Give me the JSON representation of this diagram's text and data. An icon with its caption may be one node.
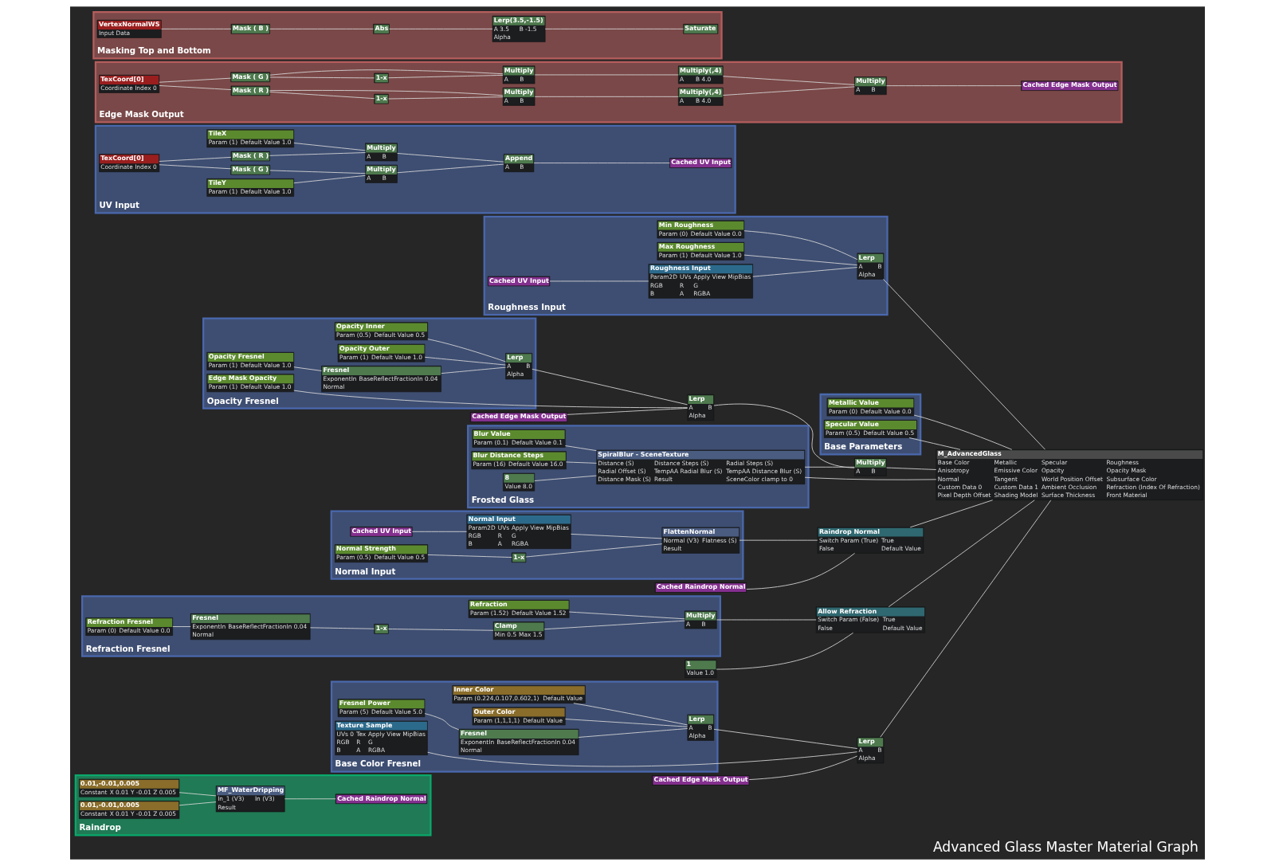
{
  "diagram": {
    "title": "Advanced Glass Master Material Graph",
    "nodes": [
      {
        "text": [
          "Raindrop"
        ]
      },
      {
        "text": [
          "0.01,-0.01,0.005",
          "Constant",
          "X 0.01 Y -0.01 Z 0.005"
        ],
        "in": 0
      },
      {
        "text": [
          "0.01,-0.01,0.005",
          "Constant",
          "X 0.01 Y -0.01 Z 0.005"
        ],
        "in": 0
      },
      {
        "text": [
          "MF_WaterDripping",
          "In_1 (V3)",
          "In (V3)",
          "Result"
        ],
        "in": 0
      },
      {
        "text": [
          "Cached Raindrop Normal"
        ],
        "in": 0
      },
      {
        "text": [
          "Base Color Fresnel"
        ]
      },
      {
        "text": [
          "Inner Color",
          "Param (0.224,0.107,0.602,1)",
          "Default Value"
        ],
        "in": 5
      },
      {
        "text": [
          "Outer Color",
          "Param (1,1,1,1)",
          "Default Value"
        ],
        "in": 5
      },
      {
        "text": [
          "Lerp",
          "A",
          "B",
          "Alpha"
        ],
        "in": 5
      },
      {
        "text": [
          "Fresnel Power",
          "Param (5)",
          "Default Value 5.0"
        ],
        "in": 5
      },
      {
        "text": [
          "Fresnel",
          "ExponentIn",
          "BaseReflectFractionIn 0.04",
          "Normal"
        ],
        "in": 5
      },
      {
        "text": [
          "Texture Sample",
          "UVs 0",
          "Tex",
          "Apply View MipBias",
          "RGB",
          "R",
          "G",
          "B",
          "A",
          "RGBA"
        ],
        "in": 5
      },
      {
        "text": [
          "Lerp",
          "A",
          "B",
          "Alpha"
        ]
      },
      {
        "text": [
          "Cached Edge Mask Output"
        ]
      },
      {
        "text": [
          "Roughness Input"
        ]
      },
      {
        "text": [
          "Min Roughness",
          "Param (0)",
          "Default Value 0.0"
        ],
        "in": 14
      },
      {
        "text": [
          "Max Roughness",
          "Param (1)",
          "Default Value 1.0"
        ],
        "in": 14
      },
      {
        "text": [
          "Cached UV Input"
        ],
        "in": 14
      },
      {
        "text": [
          "Roughness Input",
          "Param2D",
          "UVs",
          "Apply View MipBias",
          "RGB",
          "R",
          "G",
          "B",
          "A",
          "RGBA"
        ],
        "in": 14
      },
      {
        "text": [
          "Lerp",
          "A",
          "B",
          "Alpha"
        ],
        "in": 14
      },
      {
        "text": [
          "Base Parameters"
        ]
      },
      {
        "text": [
          "Metallic Value",
          "Param (0)",
          "Default Value 0.0"
        ],
        "in": 20
      },
      {
        "text": [
          "Specular Value",
          "Param (0.5)",
          "Default Value 0.5"
        ],
        "in": 20
      },
      {
        "text": [
          "UV Input"
        ]
      },
      {
        "text": [
          "TileX",
          "Param (1)",
          "Default Value 1.0"
        ],
        "in": 23
      },
      {
        "text": [
          "TexCoord[0]",
          "Coordinate Index 0"
        ],
        "in": 23
      },
      {
        "text": [
          "TileY",
          "Param (1)",
          "Default Value 1.0"
        ],
        "in": 23
      },
      {
        "text": [
          "Mask ( R )"
        ],
        "in": 23
      },
      {
        "text": [
          "Mask ( G )"
        ],
        "in": 23
      },
      {
        "text": [
          "Multiply",
          "A",
          "B"
        ],
        "in": 23
      },
      {
        "text": [
          "Multiply",
          "A",
          "B"
        ],
        "in": 23
      },
      {
        "text": [
          "Append",
          "A",
          "B"
        ],
        "in": 23
      },
      {
        "text": [
          "Cached UV Input"
        ],
        "in": 23
      },
      {
        "text": [
          "Opacity Fresnel"
        ]
      },
      {
        "text": [
          "Opacity Inner",
          "Param (0.5)",
          "Default Value 0.5"
        ],
        "in": 33
      },
      {
        "text": [
          "Edge Mask Opacity",
          "Param (1)",
          "Default Value 1.0"
        ],
        "in": 33
      },
      {
        "text": [
          "Opacity Outer",
          "Param (1)",
          "Default Value 1.0"
        ],
        "in": 33
      },
      {
        "text": [
          "Opacity Fresnel",
          "Param (1)",
          "Default Value 1.0"
        ],
        "in": 33
      },
      {
        "text": [
          "Lerp",
          "A",
          "B",
          "Alpha"
        ],
        "in": 33
      },
      {
        "text": [
          "Fresnel",
          "ExponentIn",
          "BaseReflectFractionIn 0.04",
          "Normal"
        ],
        "in": 33
      },
      {
        "text": [
          "Lerp",
          "A",
          "B",
          "Alpha"
        ]
      },
      {
        "text": [
          "Cached Edge Mask Output"
        ]
      },
      {
        "text": [
          "Frosted Glass"
        ]
      },
      {
        "text": [
          "Blur Value",
          "Param (0.1)",
          "Default Value 0.1"
        ],
        "in": 42
      },
      {
        "text": [
          "Blur Distance Steps",
          "Param (16)",
          "Default Value 16.0"
        ],
        "in": 42
      },
      {
        "text": [
          "8",
          "Value 8.0"
        ],
        "in": 42
      },
      {
        "text": [
          "SpiralBlur - SceneTexture",
          "Distance (S)",
          "Distance Steps (S)",
          "Radial Steps (S)",
          "Radial Offset (S)",
          "TempAA Radial Blur (S)",
          "TempAA Distance Blur (S)",
          "Distance Mask (S)",
          "Result",
          "SceneColor clamp to 0"
        ],
        "in": 42
      },
      {
        "text": [
          "Multiply",
          "A",
          "B"
        ]
      },
      {
        "text": [
          "Edge Mask Output"
        ]
      },
      {
        "text": [
          "TexCoord[0]",
          "Coordinate Index 0"
        ],
        "in": 48
      },
      {
        "text": [
          "Mask ( R )"
        ],
        "in": 48
      },
      {
        "text": [
          "Mask ( G )"
        ],
        "in": 48
      },
      {
        "text": [
          "1-x"
        ],
        "in": 48
      },
      {
        "text": [
          "1-x"
        ],
        "in": 48
      },
      {
        "text": [
          "Multiply",
          "A",
          "B"
        ],
        "in": 48
      },
      {
        "text": [
          "Multiply",
          "A",
          "B"
        ],
        "in": 48
      },
      {
        "text": [
          "Multiply(,4)",
          "A",
          "B 4.0"
        ],
        "in": 48
      },
      {
        "text": [
          "Multiply(,4)",
          "A",
          "B 4.0"
        ],
        "in": 48
      },
      {
        "text": [
          "Multiply",
          "A",
          "B"
        ],
        "in": 48
      },
      {
        "text": [
          "Cached Edge Mask Output"
        ],
        "in": 48
      },
      {
        "text": [
          "Masking Top and Bottom"
        ]
      },
      {
        "text": [
          "VertexNormalWS",
          "Input Data"
        ],
        "in": 60
      },
      {
        "text": [
          "Mask ( B )"
        ],
        "in": 60
      },
      {
        "text": [
          "Abs"
        ],
        "in": 60
      },
      {
        "text": [
          "Lerp(3.5,-1.5)",
          "A 3.5",
          "B -1.5",
          "Alpha"
        ],
        "in": 60
      },
      {
        "text": [
          "Saturate"
        ],
        "in": 60
      },
      {
        "text": [
          "Normal Input"
        ]
      },
      {
        "text": [
          "Cached UV Input"
        ],
        "in": 66
      },
      {
        "text": [
          "Normal Input",
          "Param2D",
          "UVs",
          "Apply View MipBias",
          "RGB",
          "R",
          "G",
          "B",
          "A",
          "RGBA"
        ],
        "in": 66
      },
      {
        "text": [
          "Normal Strength",
          "Param (0.5)",
          "Default Value 0.5"
        ],
        "in": 66
      },
      {
        "text": [
          "1-x"
        ],
        "in": 66
      },
      {
        "text": [
          "FlattenNormal",
          "Normal (V3)",
          "Flatness (S)",
          "Result"
        ],
        "in": 66
      },
      {
        "text": [
          "Cached Raindrop Normal"
        ]
      },
      {
        "text": [
          "Raindrop Normal",
          "Switch Param (True)",
          "True",
          "False",
          "Default Value"
        ]
      },
      {
        "text": [
          "Allow Refraction",
          "Switch Param (False)",
          "True",
          "False",
          "Default Value"
        ]
      },
      {
        "text": [
          "Refraction Fresnel"
        ]
      },
      {
        "text": [
          "Refraction",
          "Param (1.52)",
          "Default Value 1.52"
        ],
        "in": 75
      },
      {
        "text": [
          "Refraction Fresnel",
          "Param (0)",
          "Default Value 0.0"
        ],
        "in": 75
      },
      {
        "text": [
          "Fresnel",
          "ExponentIn",
          "BaseReflectFractionIn 0.04",
          "Normal"
        ],
        "in": 75
      },
      {
        "text": [
          "1-x"
        ],
        "in": 75
      },
      {
        "text": [
          "Clamp",
          "Min 0.5",
          "Max 1.5"
        ],
        "in": 75
      },
      {
        "text": [
          "Multiply",
          "A",
          "B"
        ],
        "in": 75
      },
      {
        "text": [
          "1",
          "Value 1.0"
        ]
      },
      {
        "text": [
          "M_AdvancedGlass",
          "Base Color",
          "Metallic",
          "Specular",
          "Roughness",
          "Anisotropy",
          "Emissive Color",
          "Opacity",
          "Opacity Mask",
          "Normal",
          "Tangent",
          "World Position Offset",
          "Subsurface Color",
          "Custom Data 0",
          "Custom Data 1",
          "Ambient Occlusion",
          "Refraction (Index Of Refraction)",
          "Pixel Depth Offset",
          "Shading Model",
          "Surface Thickness",
          "Front Material"
        ]
      }
    ],
    "edges": [
      {
        "from": 1,
        "to": 3,
        "arrow": "none"
      },
      {
        "from": 2,
        "to": 3,
        "arrow": "none"
      },
      {
        "from": 3,
        "to": 4,
        "arrow": "none"
      },
      {
        "from": 6,
        "to": 8,
        "arrow": "none"
      },
      {
        "from": 7,
        "to": 8,
        "arrow": "none"
      },
      {
        "from": 9,
        "to": 10,
        "arrow": "none"
      },
      {
        "from": 10,
        "to": 8,
        "arrow": "none"
      },
      {
        "from": 11,
        "to": 12,
        "arrow": "none"
      },
      {
        "from": 8,
        "to": 12,
        "arrow": "none"
      },
      {
        "from": 13,
        "to": 12,
        "arrow": "none"
      },
      {
        "from": 12,
        "to": 83,
        "arrow": "none"
      },
      {
        "from": 15,
        "to": 19,
        "arrow": "none"
      },
      {
        "from": 16,
        "to": 19,
        "arrow": "none"
      },
      {
        "from": 17,
        "to": 18,
        "arrow": "none"
      },
      {
        "from": 18,
        "to": 19,
        "arrow": "none"
      },
      {
        "from": 19,
        "to": 83,
        "arrow": "none"
      },
      {
        "from": 21,
        "to": 83,
        "arrow": "none"
      },
      {
        "from": 22,
        "to": 83,
        "arrow": "none"
      },
      {
        "from": 24,
        "to": 29,
        "arrow": "none"
      },
      {
        "from": 25,
        "to": 27,
        "arrow": "none"
      },
      {
        "from": 25,
        "to": 28,
        "arrow": "none"
      },
      {
        "from": 27,
        "to": 29,
        "arrow": "none"
      },
      {
        "from": 28,
        "to": 30,
        "arrow": "none"
      },
      {
        "from": 26,
        "to": 30,
        "arrow": "none"
      },
      {
        "from": 29,
        "to": 31,
        "arrow": "none"
      },
      {
        "from": 30,
        "to": 31,
        "arrow": "none"
      },
      {
        "from": 31,
        "to": 32,
        "arrow": "none"
      },
      {
        "from": 34,
        "to": 38,
        "arrow": "none"
      },
      {
        "from": 36,
        "to": 38,
        "arrow": "none"
      },
      {
        "from": 37,
        "to": 39,
        "arrow": "none"
      },
      {
        "from": 39,
        "to": 38,
        "arrow": "none"
      },
      {
        "from": 35,
        "to": 40,
        "arrow": "none"
      },
      {
        "from": 38,
        "to": 40,
        "arrow": "none"
      },
      {
        "from": 41,
        "to": 40,
        "arrow": "none"
      },
      {
        "from": 43,
        "to": 46,
        "arrow": "none"
      },
      {
        "from": 44,
        "to": 46,
        "arrow": "none"
      },
      {
        "from": 45,
        "to": 46,
        "arrow": "none"
      },
      {
        "from": 46,
        "to": 83,
        "arrow": "none"
      },
      {
        "from": 46,
        "to": 47,
        "arrow": "none"
      },
      {
        "from": 40,
        "to": 47,
        "arrow": "none"
      },
      {
        "from": 47,
        "to": 83,
        "arrow": "none"
      },
      {
        "from": 49,
        "to": 50,
        "arrow": "none"
      },
      {
        "from": 49,
        "to": 51,
        "arrow": "none"
      },
      {
        "from": 50,
        "to": 54,
        "arrow": "none"
      },
      {
        "from": 50,
        "to": 52,
        "arrow": "none"
      },
      {
        "from": 52,
        "to": 54,
        "arrow": "none"
      },
      {
        "from": 51,
        "to": 55,
        "arrow": "none"
      },
      {
        "from": 51,
        "to": 53,
        "arrow": "none"
      },
      {
        "from": 53,
        "to": 55,
        "arrow": "none"
      },
      {
        "from": 54,
        "to": 56,
        "arrow": "none"
      },
      {
        "from": 55,
        "to": 57,
        "arrow": "none"
      },
      {
        "from": 56,
        "to": 58,
        "arrow": "none"
      },
      {
        "from": 57,
        "to": 58,
        "arrow": "none"
      },
      {
        "from": 58,
        "to": 59,
        "arrow": "none"
      },
      {
        "from": 61,
        "to": 62,
        "arrow": "none"
      },
      {
        "from": 62,
        "to": 63,
        "arrow": "none"
      },
      {
        "from": 63,
        "to": 64,
        "arrow": "none"
      },
      {
        "from": 64,
        "to": 65,
        "arrow": "none"
      },
      {
        "from": 67,
        "to": 68,
        "arrow": "none"
      },
      {
        "from": 68,
        "to": 71,
        "arrow": "none"
      },
      {
        "from": 69,
        "to": 70,
        "arrow": "none"
      },
      {
        "from": 70,
        "to": 71,
        "arrow": "none"
      },
      {
        "from": 72,
        "to": 73,
        "arrow": "none"
      },
      {
        "from": 71,
        "to": 73,
        "arrow": "none"
      },
      {
        "from": 73,
        "to": 83,
        "arrow": "none"
      },
      {
        "from": 77,
        "to": 78,
        "arrow": "none"
      },
      {
        "from": 78,
        "to": 79,
        "arrow": "none"
      },
      {
        "from": 79,
        "to": 80,
        "arrow": "none"
      },
      {
        "from": 76,
        "to": 81,
        "arrow": "none"
      },
      {
        "from": 80,
        "to": 81,
        "arrow": "none"
      },
      {
        "from": 81,
        "to": 74,
        "arrow": "none"
      },
      {
        "from": 82,
        "to": 74,
        "arrow": "none"
      },
      {
        "from": 74,
        "to": 83,
        "arrow": "none"
      }
    ]
  }
}
